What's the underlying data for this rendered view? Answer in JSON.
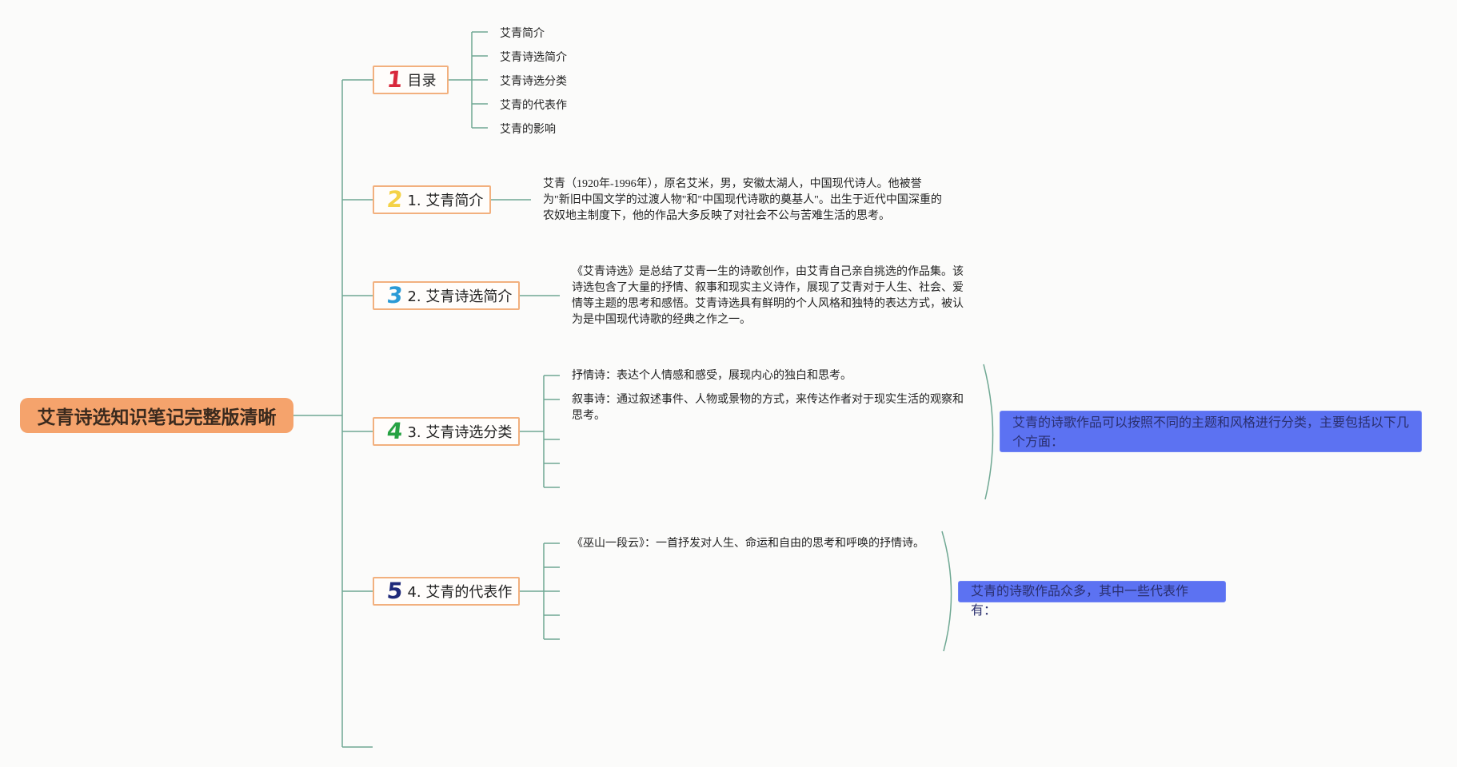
{
  "root": {
    "title": "艾青诗选知识笔记完整版清晰"
  },
  "topics": [
    {
      "num": "1",
      "num_color": "#d8283c",
      "label": "目录"
    },
    {
      "num": "2",
      "num_color": "#f4d247",
      "label": "1. 艾青简介"
    },
    {
      "num": "3",
      "num_color": "#2a9ad6",
      "label": "2. 艾青诗选简介"
    },
    {
      "num": "4",
      "num_color": "#27a243",
      "label": "3. 艾青诗选分类"
    },
    {
      "num": "5",
      "num_color": "#1f2a7a",
      "label": "4. 艾青的代表作"
    }
  ],
  "toc": [
    "艾青简介",
    "艾青诗选简介",
    "艾青诗选分类",
    "艾青的代表作",
    "艾青的影响"
  ],
  "intro": {
    "lines": [
      "艾青（1920年-1996年），原名艾米，男，安徽太湖人，中国现代诗人。他被誉",
      "为\"新旧中国文学的过渡人物\"和\"中国现代诗歌的奠基人\"。出生于近代中国深重的",
      "农奴地主制度下，他的作品大多反映了对社会不公与苦难生活的思考。"
    ]
  },
  "collection": {
    "lines": [
      "《艾青诗选》是总结了艾青一生的诗歌创作，由艾青自己亲自挑选的作品集。该",
      "诗选包含了大量的抒情、叙事和现实主义诗作，展现了艾青对于人生、社会、爱",
      "情等主题的思考和感悟。艾青诗选具有鲜明的个人风格和独特的表达方式，被认",
      "为是中国现代诗歌的经典之作之一。"
    ]
  },
  "categories": {
    "items": [
      {
        "lines": [
          "抒情诗：表达个人情感和感受，展现内心的独白和思考。"
        ]
      },
      {
        "lines": [
          "叙事诗：通过叙述事件、人物或景物的方式，来传达作者对于现实生活的观察和",
          "思考。"
        ]
      }
    ],
    "summary": "艾青的诗歌作品可以按照不同的主题和风格进行分类，主要包括以下几个方面："
  },
  "works": {
    "items": [
      {
        "text": "《巫山一段云》：一首抒发对人生、命运和自由的思考和呼唤的抒情诗。"
      }
    ],
    "summary": "艾青的诗歌作品众多，其中一些代表作有："
  },
  "colors": {
    "connector": "#6fa893",
    "topic_border": "#f2b07e",
    "root_fill": "#f5a36c",
    "summary_fill": "#5c72f2"
  }
}
